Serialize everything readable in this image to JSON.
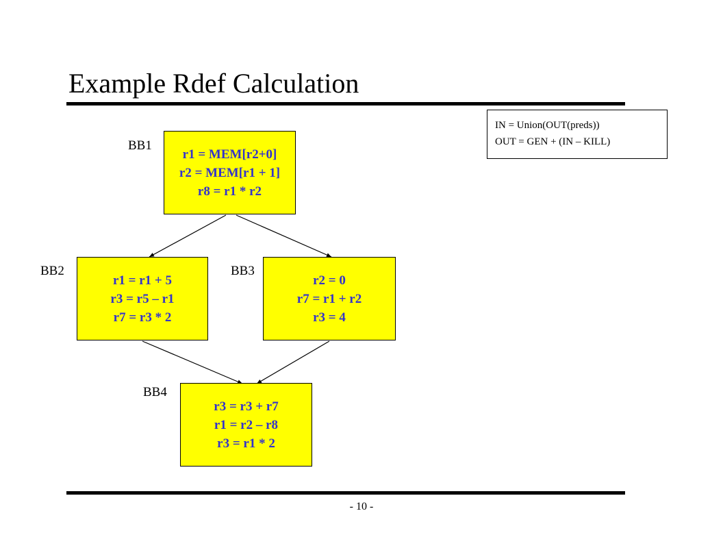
{
  "slide": {
    "title": "Example Rdef Calculation",
    "page_number": "- 10 -"
  },
  "legend": {
    "line1": "IN = Union(OUT(preds))",
    "line2": "OUT = GEN + (IN – KILL)"
  },
  "blocks": [
    {
      "label": "BB1",
      "lines": [
        "r1 = MEM[r2+0]",
        "r2 = MEM[r1 + 1]",
        "r8 = r1 * r2"
      ]
    },
    {
      "label": "BB2",
      "lines": [
        "r1 = r1 + 5",
        "r3 = r5 – r1",
        "r7 = r3 * 2"
      ]
    },
    {
      "label": "BB3",
      "lines": [
        "r2 = 0",
        "r7 = r1 + r2",
        "r3 = 4"
      ]
    },
    {
      "label": "BB4",
      "lines": [
        "r3 = r3 + r7",
        "r1 = r2 – r8",
        "r3 = r1 * 2"
      ]
    }
  ],
  "edges": [
    {
      "from": "BB1",
      "to": "BB2"
    },
    {
      "from": "BB1",
      "to": "BB3"
    },
    {
      "from": "BB2",
      "to": "BB4"
    },
    {
      "from": "BB3",
      "to": "BB4"
    }
  ],
  "colors": {
    "block_fill": "#ffff00",
    "block_text": "#3333cc"
  }
}
